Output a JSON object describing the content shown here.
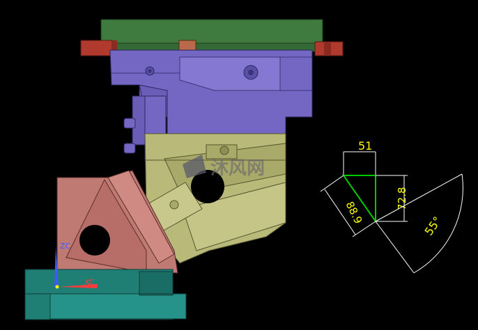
{
  "viewport": {
    "background": "#000000"
  },
  "dimensions": {
    "top_width": "51",
    "left_edge": "88.9",
    "height": "72.8",
    "angle": "55°",
    "text_color": "#ffff00",
    "line_color": "#ffffff",
    "profile_color": "#00cc00"
  },
  "axes": {
    "z_label": "ZC",
    "x_label": "XC",
    "z_color": "#3b5bff",
    "x_color": "#ff3b3b"
  },
  "watermark": {
    "text": "沐风网"
  },
  "parts": {
    "top_plate_color": "#3f7a3f",
    "clamp_body_color": "#7467c4",
    "side_block_color": "#b03a2e",
    "jaw_color": "#b9b97a",
    "angle_block_color": "#c07a74",
    "base_plate_color": "#1f7f75"
  }
}
